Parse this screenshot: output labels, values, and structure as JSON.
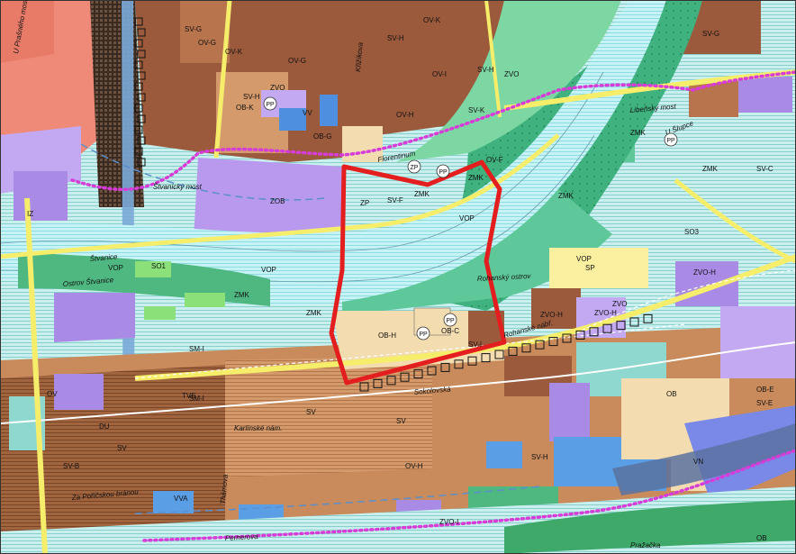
{
  "colors": {
    "water": "#bfeff2",
    "river_stripe": "#86d8e2",
    "residential_brown": "#9c5a3c",
    "mixed_orange": "#c98a5c",
    "green_park": "#5fc89a",
    "green_dark": "#2aa46a",
    "civic_purple": "#a98be6",
    "violet_light": "#c3a8f2",
    "tech_blue": "#5a9ee6",
    "cream": "#f2dcb0",
    "yellow_road": "#f6ee6a",
    "red_boundary": "#e41e1e",
    "pink_boundary": "#d83cd8",
    "salmon": "#f08a78"
  },
  "zone_labels": [
    "SV-G",
    "OV-G",
    "SV-H",
    "OV-H",
    "OV-K",
    "OV-I",
    "OV-F",
    "ZVO",
    "ZMK",
    "SV-K",
    "VV",
    "OB-K",
    "OB-G",
    "ZOB",
    "ZP",
    "SV-F",
    "VOP",
    "SO3",
    "SP",
    "ZVO-H",
    "OB-H",
    "OB-C",
    "SV-I",
    "SM-I",
    "TVE",
    "VVA",
    "OB",
    "SV",
    "DU",
    "ZVO-I",
    "SV-E",
    "OB-E",
    "VN",
    "IZ",
    "OV",
    "SO1",
    "SV-B",
    "SV-C"
  ],
  "place_labels": [
    "U Prašného mostu",
    "Ostrov Štvanice",
    "Rohanský ostrov",
    "Rohanské nábř.",
    "Sokolovská",
    "Karlínské nám.",
    "Thámova",
    "Pernerova",
    "Pražačka",
    "Libeňský most",
    "U Šlupce",
    "Štvanický most",
    "Florentinum",
    "Za Poříčskou bránou",
    "Štvanice",
    "Křižíkova"
  ],
  "small_markers": [
    "PP",
    "PP",
    "PP",
    "PP",
    "PP",
    "ZP"
  ]
}
